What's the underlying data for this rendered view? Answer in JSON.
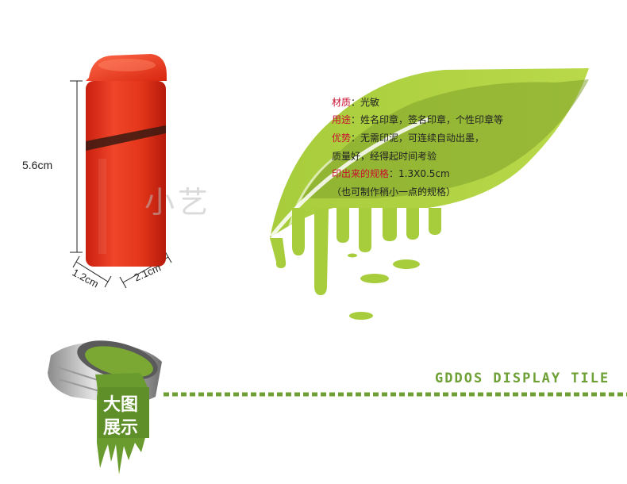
{
  "dimensions": {
    "height": "5.6cm",
    "depth": "1.2cm",
    "width": "2.1cm"
  },
  "watermark": "小艺",
  "specs": [
    {
      "label": "材质",
      "value": "：光敏"
    },
    {
      "label": "用途",
      "value": "：姓名印章，签名印章，个性印章等"
    },
    {
      "label": "优势",
      "value": "：无需印泥，可连续自动出墨，"
    },
    {
      "label": "",
      "value": "质量好，经得起时间考验"
    },
    {
      "label": "印出来的规格",
      "value": "：1.3X0.5cm"
    },
    {
      "label": "",
      "value": "（也可制作稍小一点的规格）"
    }
  ],
  "banner": {
    "title": "GDDOS DISPLAY TILE",
    "label_line1": "大图",
    "label_line2": "展示"
  },
  "colors": {
    "stamp_red": "#e8321c",
    "leaf_green": "#9bc53d",
    "label_red": "#c8102e",
    "title_green": "#6fa035"
  },
  "icons": {
    "stamp": "red-photosensitive-stamp",
    "leaf": "green-leaf-drip",
    "bucket": "paint-bucket"
  }
}
